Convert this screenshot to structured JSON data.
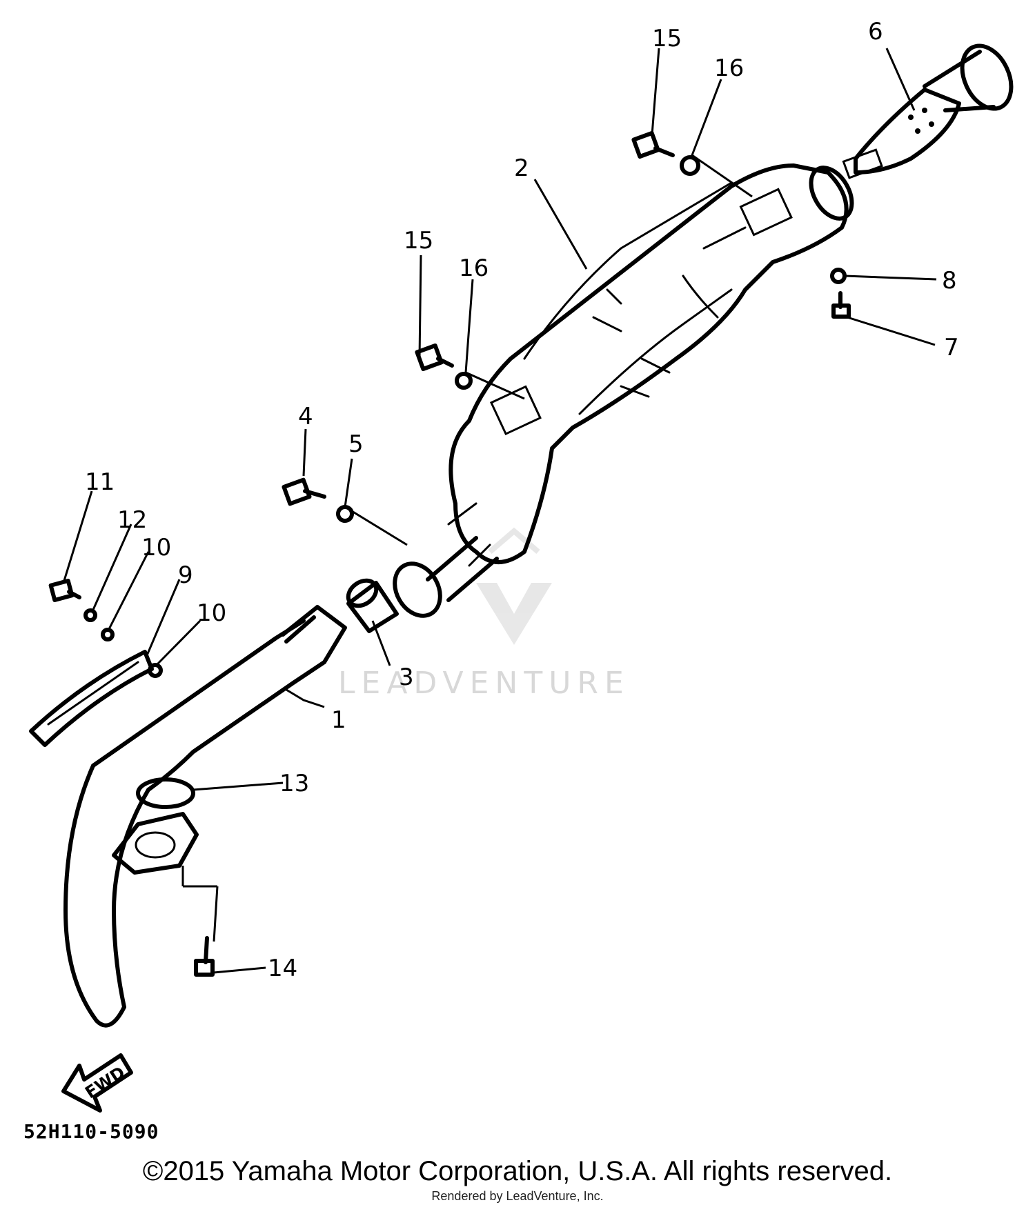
{
  "diagram": {
    "callouts": [
      "1",
      "2",
      "3",
      "4",
      "5",
      "6",
      "7",
      "8",
      "9",
      "10",
      "11",
      "12",
      "13",
      "14",
      "15",
      "16"
    ],
    "direction_arrow_label": "FWD",
    "diagram_code": "52H110-5090"
  },
  "watermark": "LEADVENTURE",
  "footer": {
    "copyright": "©2015 Yamaha Motor Corporation, U.S.A. All rights reserved.",
    "rendered_by": "Rendered by LeadVenture, Inc."
  }
}
